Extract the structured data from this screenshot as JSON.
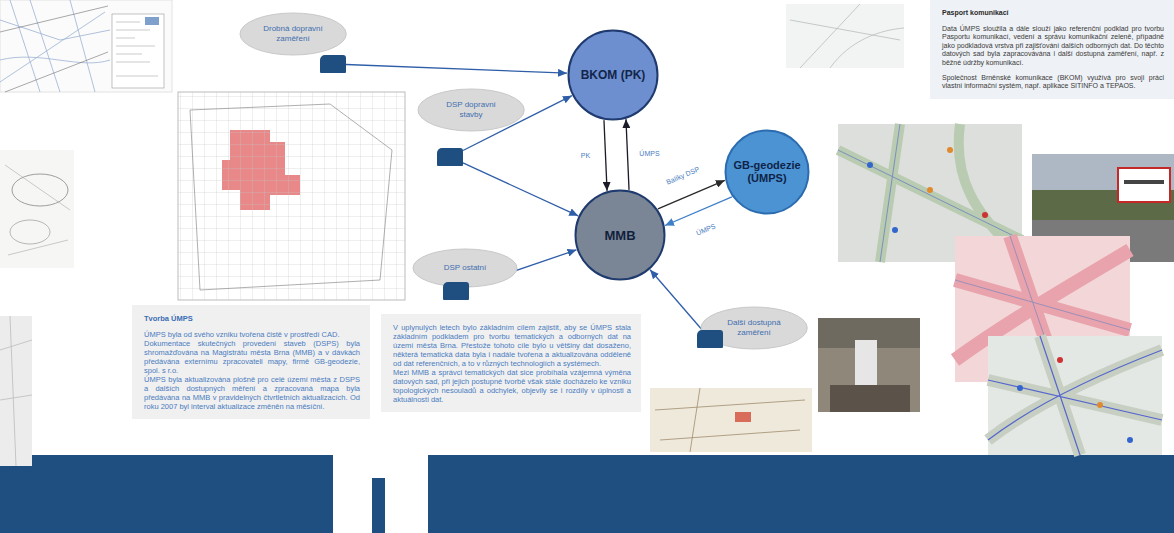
{
  "diagram": {
    "nodes": [
      {
        "text": [
          "Drobná dopravní zaměření"
        ]
      },
      {
        "text": [
          "BKOM (PK)"
        ]
      },
      {
        "text": [
          "Pasport komunikací",
          "Data ÚMPS sloužila a dále slouží jako referenční podklad pro tvorbu Pasportu komunikací, vedení a správu komunikační zeleně, případně jako podkladová vrstva při zajišťování dalších odborných dat. Do těchto datových sad byla zapracovávána i další dostupná zaměření, např. z běžné údržby komunikací.",
          "Společnost Brněnské komunikace (BKOM) využívá pro svoji práci vlastní informační systém, např. aplikace SITINFO a TEPAOS."
        ]
      },
      {
        "text": [
          "DSP dopravní stavby"
        ]
      },
      {
        "text": [
          "GB-geodezie (ÚMPS)"
        ]
      },
      {
        "text": [
          "MMB"
        ]
      },
      {
        "text": [
          "DSP ostatní"
        ]
      },
      {
        "text": [
          "Další dostupná zaměření"
        ]
      },
      {
        "text": [
          "Tvorba ÚMPS",
          "ÚMPS byla od svého vzniku tvořena čistě v prostředí CAD.",
          "Dokumentace skutečných provedení staveb (DSPS) byla shromažďována na Magistrátu města Brna (MMB) a v dávkách předávána externímu zpracovateli mapy, firmě GB-geodezie, spol. s r.o.",
          "ÚMPS byla aktualizována plošně pro celé území města z DSPS a dalších dostupných měření a zpracovaná mapa byla předávána na MMB v pravidelných čtvrtletních aktualizacích. Od roku 2007 byl interval aktualizace změněn na měsíční."
        ]
      },
      {
        "text": [
          "V uplynulých letech bylo základním cílem zajistit, aby se ÚMPS stala základním podkladem pro tvorbu tematických a odborných dat na území města Brna. Přestože tohoto cíle bylo u většiny dat dosaženo, některá tematická data byla i nadále tvořena a aktualizována odděleně od dat referenčních, a to v různých technologiích a systémech.",
          "Mezi MMB a správci tematických dat sice probíhala vzájemná výměna datových sad, při jejich postupné tvorbě však stále docházelo ke vzniku topologických nesouladů a odchylek, objevily se i rozdíly v úplnosti a aktuálnosti dat."
        ]
      }
    ],
    "edges": [
      {
        "from": 0,
        "to": 1,
        "arrow": "to"
      },
      {
        "from": 3,
        "to": 1,
        "arrow": "to"
      },
      {
        "from": 3,
        "to": 5,
        "arrow": "to"
      },
      {
        "from": 6,
        "to": 5,
        "arrow": "to"
      },
      {
        "from": 7,
        "to": 5,
        "arrow": "to"
      },
      {
        "from": 1,
        "to": 5,
        "label": "PK",
        "arrow": "to"
      },
      {
        "from": 5,
        "to": 1,
        "label": "ÚMPS",
        "arrow": "to"
      },
      {
        "from": 5,
        "to": 4,
        "label": "Balíky DSP",
        "arrow": "to"
      },
      {
        "from": 4,
        "to": 5,
        "label": "ÚMPS",
        "arrow": "to"
      }
    ]
  }
}
